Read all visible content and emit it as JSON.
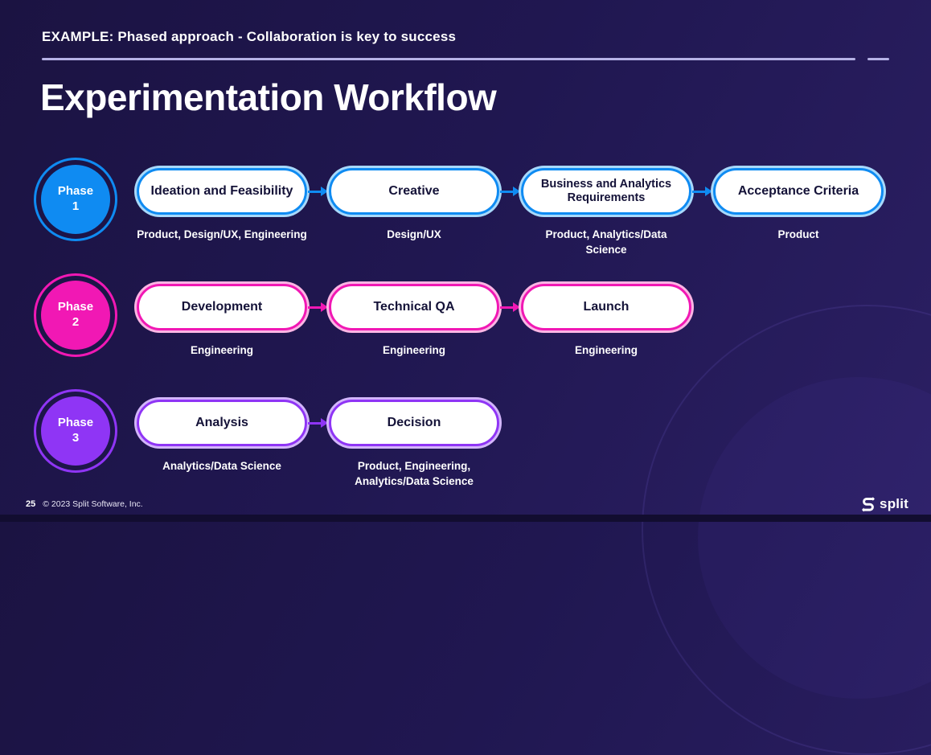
{
  "slide": {
    "eyebrow": "EXAMPLE: Phased approach - Collaboration is key to success",
    "title": "Experimentation Workflow"
  },
  "colors": {
    "background_dark": "#1b1342",
    "background_light": "#2b1f63",
    "divider": "#b6b2e6",
    "pill_background": "#ffffff",
    "pill_text": "#141238",
    "phase1_blue": "#0f8bf2",
    "phase2_pink": "#f118b4",
    "phase3_purple": "#8f35f5"
  },
  "phases": [
    {
      "name": "Phase",
      "number": "1",
      "color": "#0f8bf2",
      "tint": "#a8d9fb",
      "steps": [
        {
          "title": "Ideation and Feasibility",
          "owners": "Product, Design/UX, Engineering"
        },
        {
          "title": "Creative",
          "owners": "Design/UX"
        },
        {
          "title": "Business and Analytics Requirements",
          "owners": "Product, Analytics/Data Science"
        },
        {
          "title": "Acceptance Criteria",
          "owners": "Product"
        }
      ]
    },
    {
      "name": "Phase",
      "number": "2",
      "color": "#f118b4",
      "tint": "#fbb5e4",
      "steps": [
        {
          "title": "Development",
          "owners": "Engineering"
        },
        {
          "title": "Technical QA",
          "owners": "Engineering"
        },
        {
          "title": "Launch",
          "owners": "Engineering"
        }
      ]
    },
    {
      "name": "Phase",
      "number": "3",
      "color": "#8f35f5",
      "tint": "#d3b5fb",
      "steps": [
        {
          "title": "Analysis",
          "owners": "Analytics/Data Science"
        },
        {
          "title": "Decision",
          "owners": "Product, Engineering, Analytics/Data Science"
        }
      ]
    }
  ],
  "footer": {
    "page_number": "25",
    "copyright": "© 2023 Split Software, Inc.",
    "brand": "split"
  }
}
